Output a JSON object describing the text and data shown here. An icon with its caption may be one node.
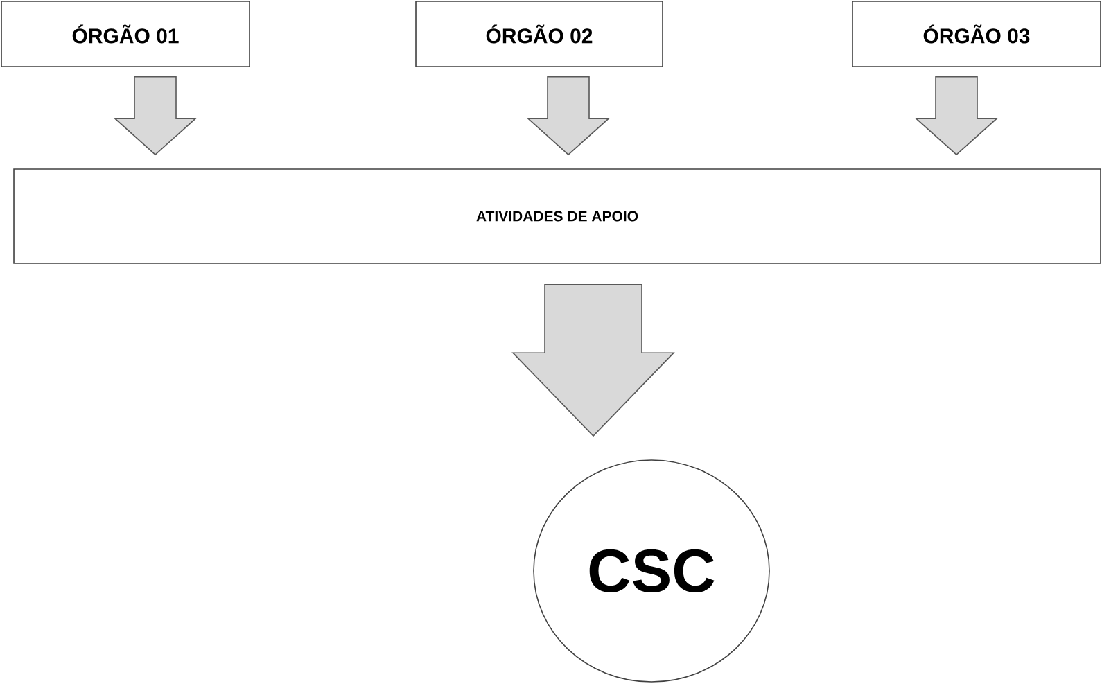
{
  "diagram": {
    "nodes": [
      {
        "text": [
          "ÓRGÃO 01"
        ]
      },
      {
        "text": [
          "ÓRGÃO 02"
        ]
      },
      {
        "text": [
          "ÓRGÃO 03"
        ]
      },
      {
        "text": [
          "ATIVIDADES DE APOIO"
        ]
      },
      {
        "text": [
          "CSC"
        ]
      }
    ],
    "edges": [
      {
        "from": 0,
        "to": 3,
        "arrow": "to"
      },
      {
        "from": 1,
        "to": 3,
        "arrow": "to"
      },
      {
        "from": 2,
        "to": 3,
        "arrow": "to"
      },
      {
        "from": 3,
        "to": 4,
        "arrow": "to"
      }
    ]
  }
}
